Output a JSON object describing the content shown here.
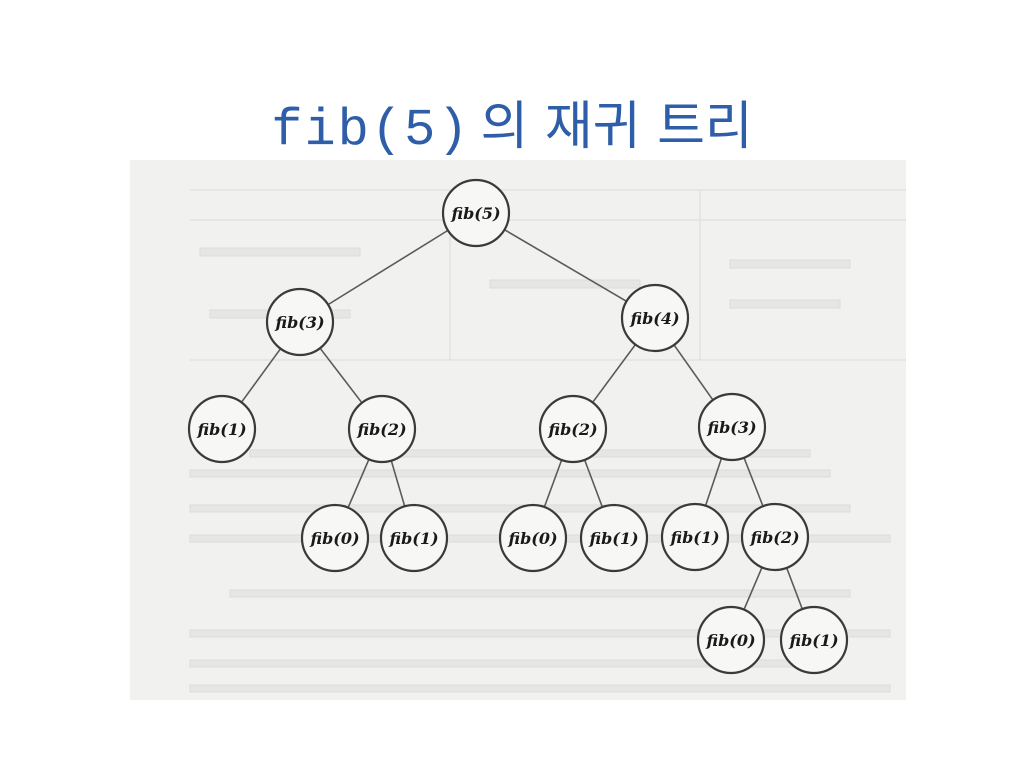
{
  "slide": {
    "title_code": "fib(5)",
    "title_korean": "의 재귀 트리"
  },
  "tree": {
    "nodes": [
      {
        "id": "n5",
        "label": "fib(5)"
      },
      {
        "id": "n3a",
        "label": "fib(3)"
      },
      {
        "id": "n4",
        "label": "fib(4)"
      },
      {
        "id": "n1a",
        "label": "fib(1)"
      },
      {
        "id": "n2a",
        "label": "fib(2)"
      },
      {
        "id": "n2b",
        "label": "fib(2)"
      },
      {
        "id": "n3b",
        "label": "fib(3)"
      },
      {
        "id": "n0a",
        "label": "fib(0)"
      },
      {
        "id": "n1b",
        "label": "fib(1)"
      },
      {
        "id": "n0b",
        "label": "fib(0)"
      },
      {
        "id": "n1c",
        "label": "fib(1)"
      },
      {
        "id": "n1d",
        "label": "fib(1)"
      },
      {
        "id": "n2c",
        "label": "fib(2)"
      },
      {
        "id": "n0c",
        "label": "fib(0)"
      },
      {
        "id": "n1e",
        "label": "fib(1)"
      }
    ],
    "edges": [
      [
        "n5",
        "n3a"
      ],
      [
        "n5",
        "n4"
      ],
      [
        "n3a",
        "n1a"
      ],
      [
        "n3a",
        "n2a"
      ],
      [
        "n2a",
        "n0a"
      ],
      [
        "n2a",
        "n1b"
      ],
      [
        "n4",
        "n2b"
      ],
      [
        "n4",
        "n3b"
      ],
      [
        "n2b",
        "n0b"
      ],
      [
        "n2b",
        "n1c"
      ],
      [
        "n3b",
        "n1d"
      ],
      [
        "n3b",
        "n2c"
      ],
      [
        "n2c",
        "n0c"
      ],
      [
        "n2c",
        "n1e"
      ]
    ]
  }
}
